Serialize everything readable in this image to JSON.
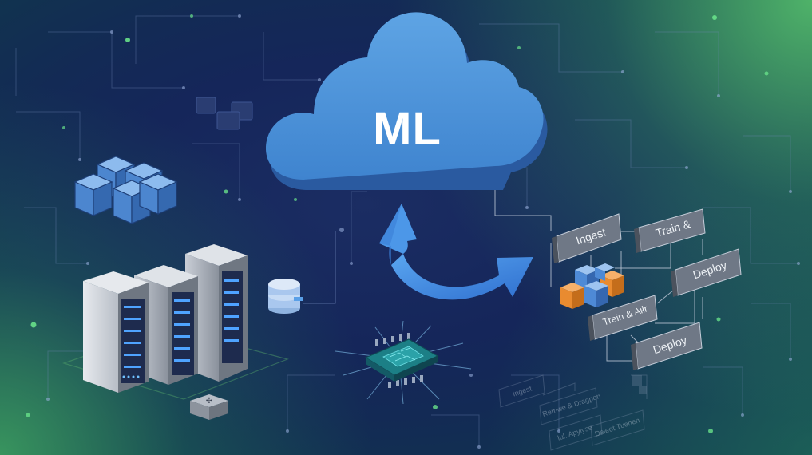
{
  "cloud": {
    "label": "ML"
  },
  "pipeline": {
    "steps": [
      {
        "label": "Ingest"
      },
      {
        "label": "Train &"
      },
      {
        "label": "Deploy"
      },
      {
        "label": "Trein & Aiłr"
      },
      {
        "label": "Deploy"
      }
    ],
    "ghost_steps": [
      {
        "label": "Ingest"
      },
      {
        "label": "Remwe & Dragpen"
      },
      {
        "label": "Iul. Apylyse"
      },
      {
        "label": "Deleot Tuenen"
      }
    ]
  },
  "colors": {
    "cloud": "#4f95d6",
    "cloud_shadow": "#2c5f9e",
    "arrow": "#4a8ee0",
    "pipeline_box": "#727b88",
    "accent_orange": "#e98b30",
    "glow_green": "#5fd37a"
  },
  "icons": [
    "cloud-icon",
    "cycle-arrow-icon",
    "server-rack-icon",
    "cube-cluster-icon",
    "database-icon",
    "chip-icon"
  ]
}
